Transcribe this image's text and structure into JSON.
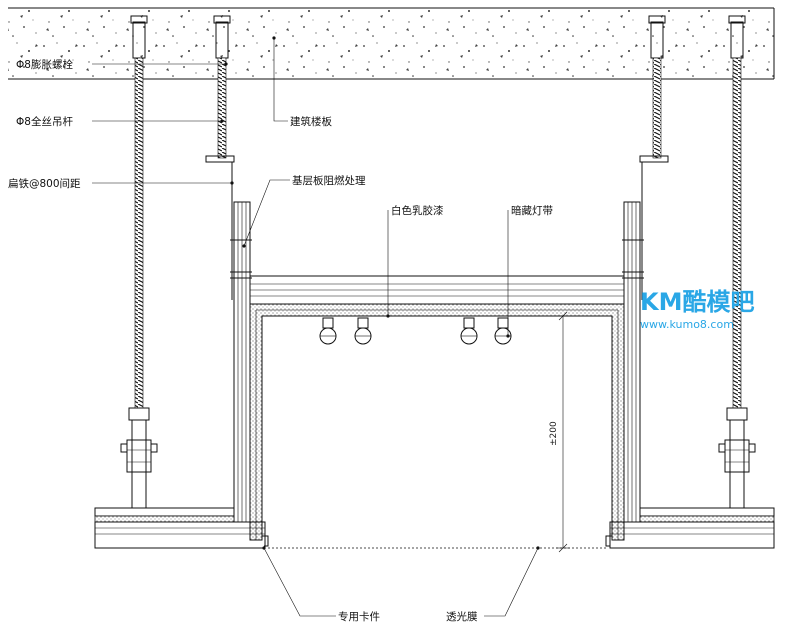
{
  "labels": {
    "expansion_bolt": "Φ8膨胀螺栓",
    "threaded_rod": "Φ8全丝吊杆",
    "flat_iron": "扁铁@800间距",
    "floor_slab": "建筑楼板",
    "base_board": "基层板阻燃处理",
    "latex_paint": "白色乳胶漆",
    "hidden_light": "暗藏灯带",
    "special_clip": "专用卡件",
    "translucent_film": "透光膜"
  },
  "dimension": "±200",
  "watermark": {
    "logo": "KM酷模吧",
    "url": "www.kumo8.com"
  }
}
